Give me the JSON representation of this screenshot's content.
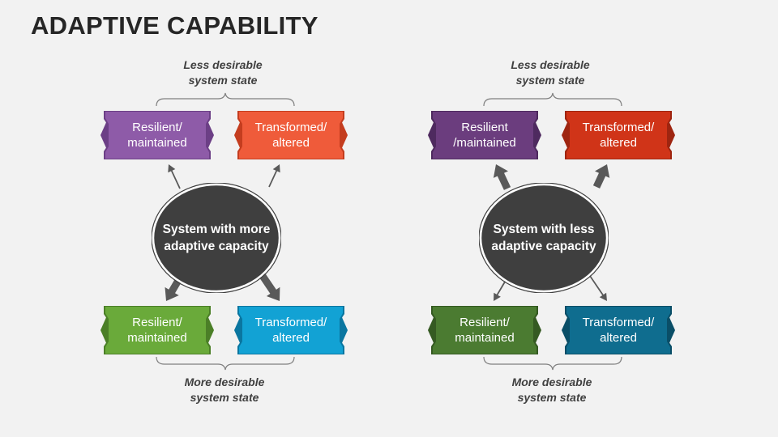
{
  "title": "ADAPTIVE CAPABILITY",
  "colors": {
    "background": "#f2f2f2",
    "ellipse_fill": "#3f3f3f",
    "ellipse_outline": "#ffffff",
    "arrow": "#595959"
  },
  "panels": [
    {
      "center": {
        "line1": "System with more",
        "line2": "adaptive capacity"
      },
      "top_caption": {
        "line1": "Less desirable",
        "line2": "system state"
      },
      "bottom_caption": {
        "line1": "More desirable",
        "line2": "system state"
      },
      "top_left": {
        "line1": "Resilient/",
        "line2": "maintained",
        "color": "#8e5ba8",
        "edge": "#6c3f86"
      },
      "top_right": {
        "line1": "Transformed/",
        "line2": "altered",
        "color": "#ef5b3a",
        "edge": "#c43d1f"
      },
      "bottom_left": {
        "line1": "Resilient/",
        "line2": "maintained",
        "color": "#6aaa3a",
        "edge": "#4b7f27"
      },
      "bottom_right": {
        "line1": "Transformed/",
        "line2": "altered",
        "color": "#12a2d4",
        "edge": "#0a76a0"
      },
      "top_arrows": "thin",
      "bottom_arrows": "thick"
    },
    {
      "center": {
        "line1": "System with less",
        "line2": "adaptive capacity"
      },
      "top_caption": {
        "line1": "Less desirable",
        "line2": "system state"
      },
      "bottom_caption": {
        "line1": "More desirable",
        "line2": "system state"
      },
      "top_left": {
        "line1": "Resilient",
        "line2": "/maintained",
        "color": "#6b3d7e",
        "edge": "#4e2a5f"
      },
      "top_right": {
        "line1": "Transformed/",
        "line2": "altered",
        "color": "#d03418",
        "edge": "#9e2510"
      },
      "bottom_left": {
        "line1": "Resilient/",
        "line2": "maintained",
        "color": "#4b7b31",
        "edge": "#355a22"
      },
      "bottom_right": {
        "line1": "Transformed/",
        "line2": "altered",
        "color": "#0f6d8f",
        "edge": "#0a4e67"
      },
      "top_arrows": "thick",
      "bottom_arrows": "thin"
    }
  ]
}
